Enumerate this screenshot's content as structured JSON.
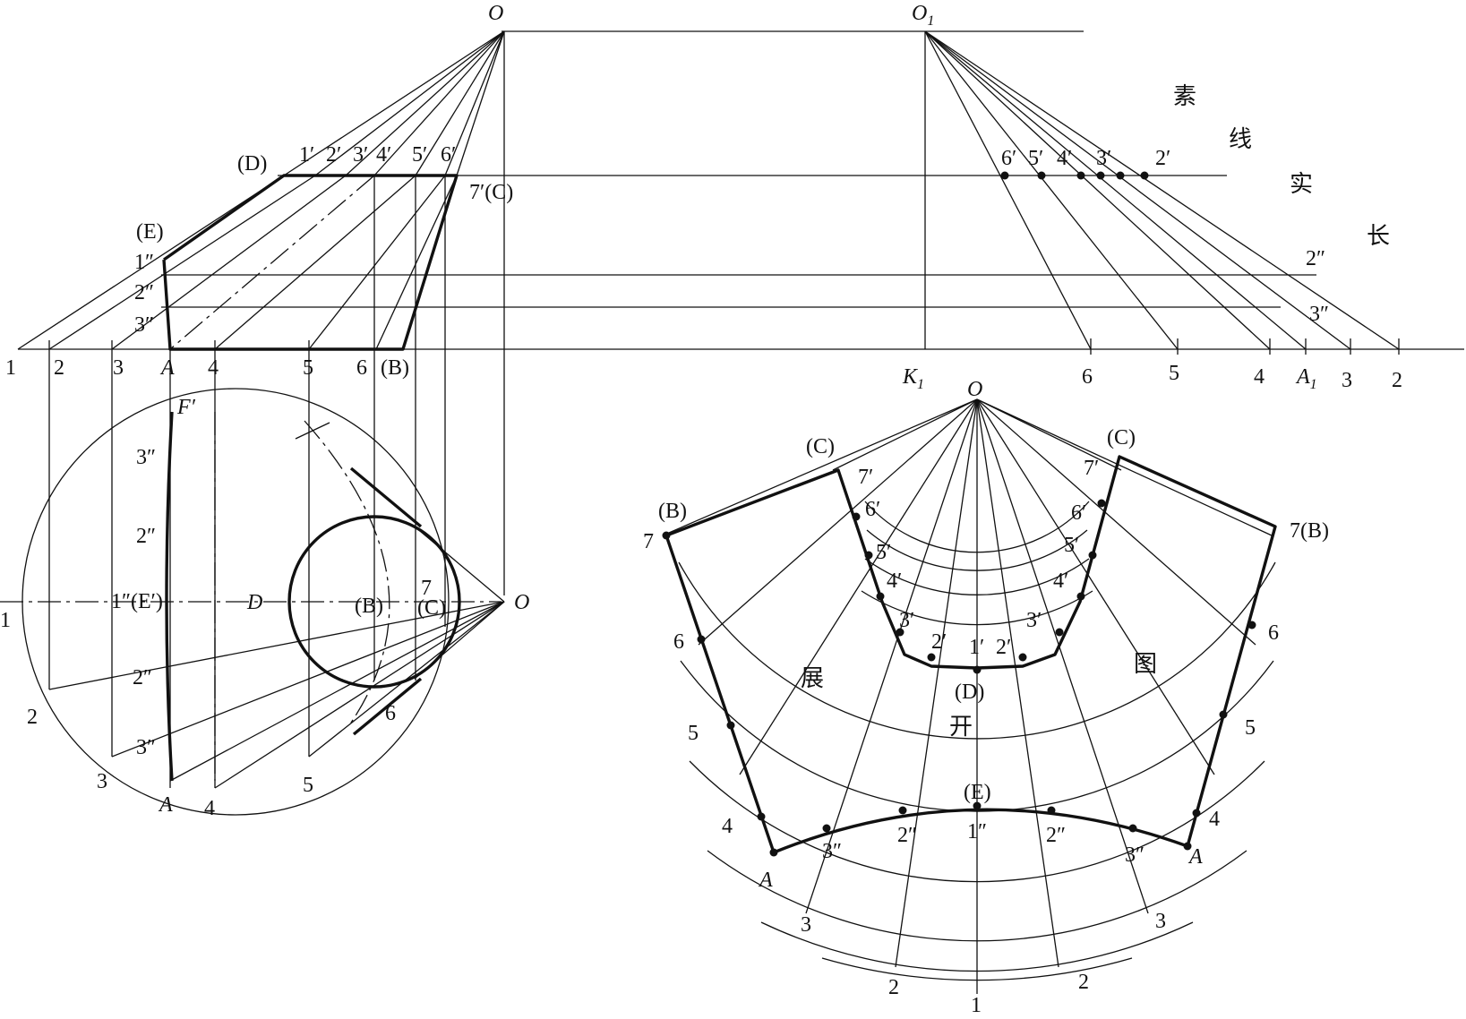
{
  "diagram": {
    "title_chars": {
      "true_length_1": "素",
      "true_length_2": "线",
      "true_length_3": "实",
      "true_length_4": "长",
      "development_1": "展",
      "development_2": "开",
      "development_3": "图"
    },
    "front_view": {
      "apex": "O",
      "D": "(D)",
      "C": "7′(C)",
      "E": "(E)",
      "B": "(B)",
      "A": "A",
      "top_points": [
        "1′",
        "2′",
        "3′",
        "4′",
        "5′",
        "6′"
      ],
      "side_points": [
        "1″",
        "2″",
        "3″"
      ],
      "base_numbers": [
        "1",
        "2",
        "3",
        "4",
        "5",
        "6"
      ]
    },
    "true_length": {
      "apex": "O₁",
      "apex_main": "O",
      "apex_sub": "1",
      "top_points": [
        "6′",
        "5′",
        "4′",
        "3′",
        "2′"
      ],
      "right_points": [
        "2″",
        "3″"
      ],
      "base_labels": [
        "K₁",
        "6",
        "5",
        "4",
        "A₁",
        "3",
        "2"
      ],
      "K_main": "K",
      "K_sub": "1",
      "A_main": "A",
      "A_sub": "1"
    },
    "top_view": {
      "apex": "O",
      "F": "F′",
      "E": "1″(E′)",
      "D": "D",
      "B": "(B)",
      "C": "(C)",
      "seven": "7",
      "points_upper": [
        "3″",
        "2″"
      ],
      "points_lower": [
        "2″",
        "3″"
      ],
      "rim_numbers": [
        "1",
        "2",
        "3",
        "A",
        "4",
        "5",
        "6"
      ]
    },
    "development": {
      "apex": "O",
      "C_left": "(C)",
      "C_right": "(C)",
      "B_left": "(B)",
      "B_right": "7(B)",
      "seven_left": "7",
      "D": "(D)",
      "E": "(E)",
      "A_left": "A",
      "A_right": "A",
      "inner_left": [
        "7′",
        "6′",
        "5′",
        "4′",
        "3′",
        "2′"
      ],
      "inner_right": [
        "7′",
        "6′",
        "5′",
        "4′",
        "3′",
        "2′"
      ],
      "inner_center": "1′",
      "outer_left": [
        "3″",
        "2″"
      ],
      "outer_center": "1″",
      "outer_right": [
        "2″",
        "3″"
      ],
      "side_left": [
        "6",
        "5",
        "4"
      ],
      "side_right": [
        "6",
        "5",
        "4"
      ],
      "bottom_numbers": [
        "3",
        "2",
        "1",
        "2",
        "3"
      ]
    }
  }
}
